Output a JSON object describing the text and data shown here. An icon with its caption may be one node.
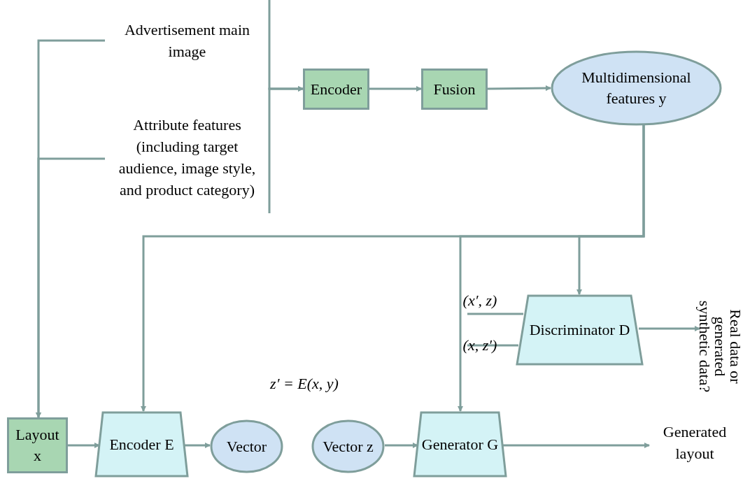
{
  "diagram": {
    "nodes": [
      {
        "text": [
          "Advertisement main image"
        ]
      },
      {
        "text": [
          "Attribute features (including target audience, image style, and product category)"
        ]
      },
      {
        "text": [
          "Encoder"
        ]
      },
      {
        "text": [
          "Fusion"
        ]
      },
      {
        "text": [
          "Multidimensional features y"
        ]
      },
      {
        "text": [
          "Layout x"
        ]
      },
      {
        "text": [
          "Encoder E"
        ]
      },
      {
        "text": [
          "Vector"
        ]
      },
      {
        "text": [
          "Vector z"
        ]
      },
      {
        "text": [
          "Generator G"
        ]
      },
      {
        "text": [
          "Generated layout"
        ]
      },
      {
        "text": [
          "Discriminator D"
        ]
      },
      {
        "text": [
          "Real data or generated synthetic data?"
        ]
      }
    ],
    "edges": [
      {
        "from": 0,
        "to": 5,
        "arrow": "to"
      },
      {
        "from": 1,
        "to": 5,
        "arrow": "to"
      },
      {
        "from": 0,
        "to": 2,
        "arrow": "to"
      },
      {
        "from": 1,
        "to": 2,
        "arrow": "to"
      },
      {
        "from": 2,
        "to": 3,
        "arrow": "to"
      },
      {
        "from": 3,
        "to": 4,
        "arrow": "to"
      },
      {
        "from": 4,
        "to": 6,
        "arrow": "to"
      },
      {
        "from": 4,
        "to": 9,
        "arrow": "to"
      },
      {
        "from": 4,
        "to": 11,
        "arrow": "to"
      },
      {
        "from": 5,
        "to": 6,
        "arrow": "to"
      },
      {
        "from": 6,
        "to": 7,
        "arrow": "to"
      },
      {
        "from": 8,
        "to": 9,
        "arrow": "to"
      },
      {
        "from": 9,
        "to": 10,
        "arrow": "to"
      },
      {
        "from": 11,
        "to": 12,
        "arrow": "to"
      },
      {
        "from": null,
        "to": 11,
        "arrow": "none",
        "label": "(x′, z)"
      },
      {
        "from": null,
        "to": 11,
        "arrow": "none",
        "label": "(x, z′)"
      }
    ],
    "labels": [
      "z′ = E(x, y)"
    ]
  }
}
